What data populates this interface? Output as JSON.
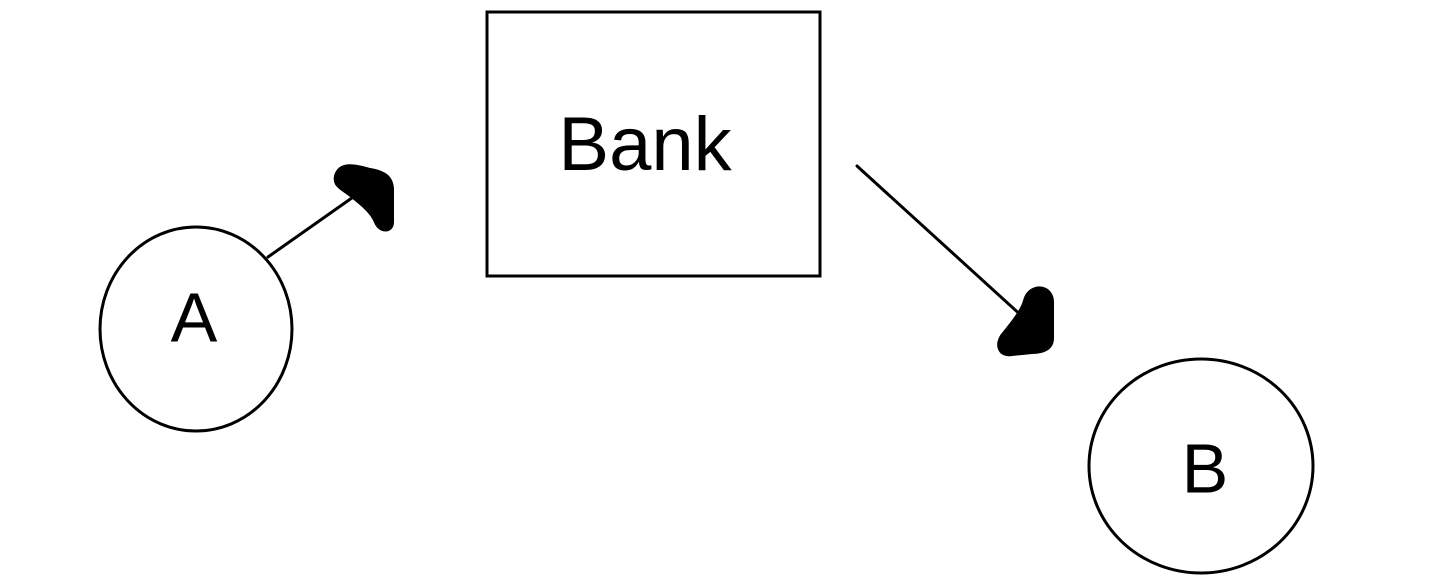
{
  "nodes": {
    "a": {
      "label": "A"
    },
    "bank": {
      "label": "Bank"
    },
    "b": {
      "label": "B"
    }
  },
  "colors": {
    "stroke": "#000000",
    "background": "#ffffff"
  }
}
